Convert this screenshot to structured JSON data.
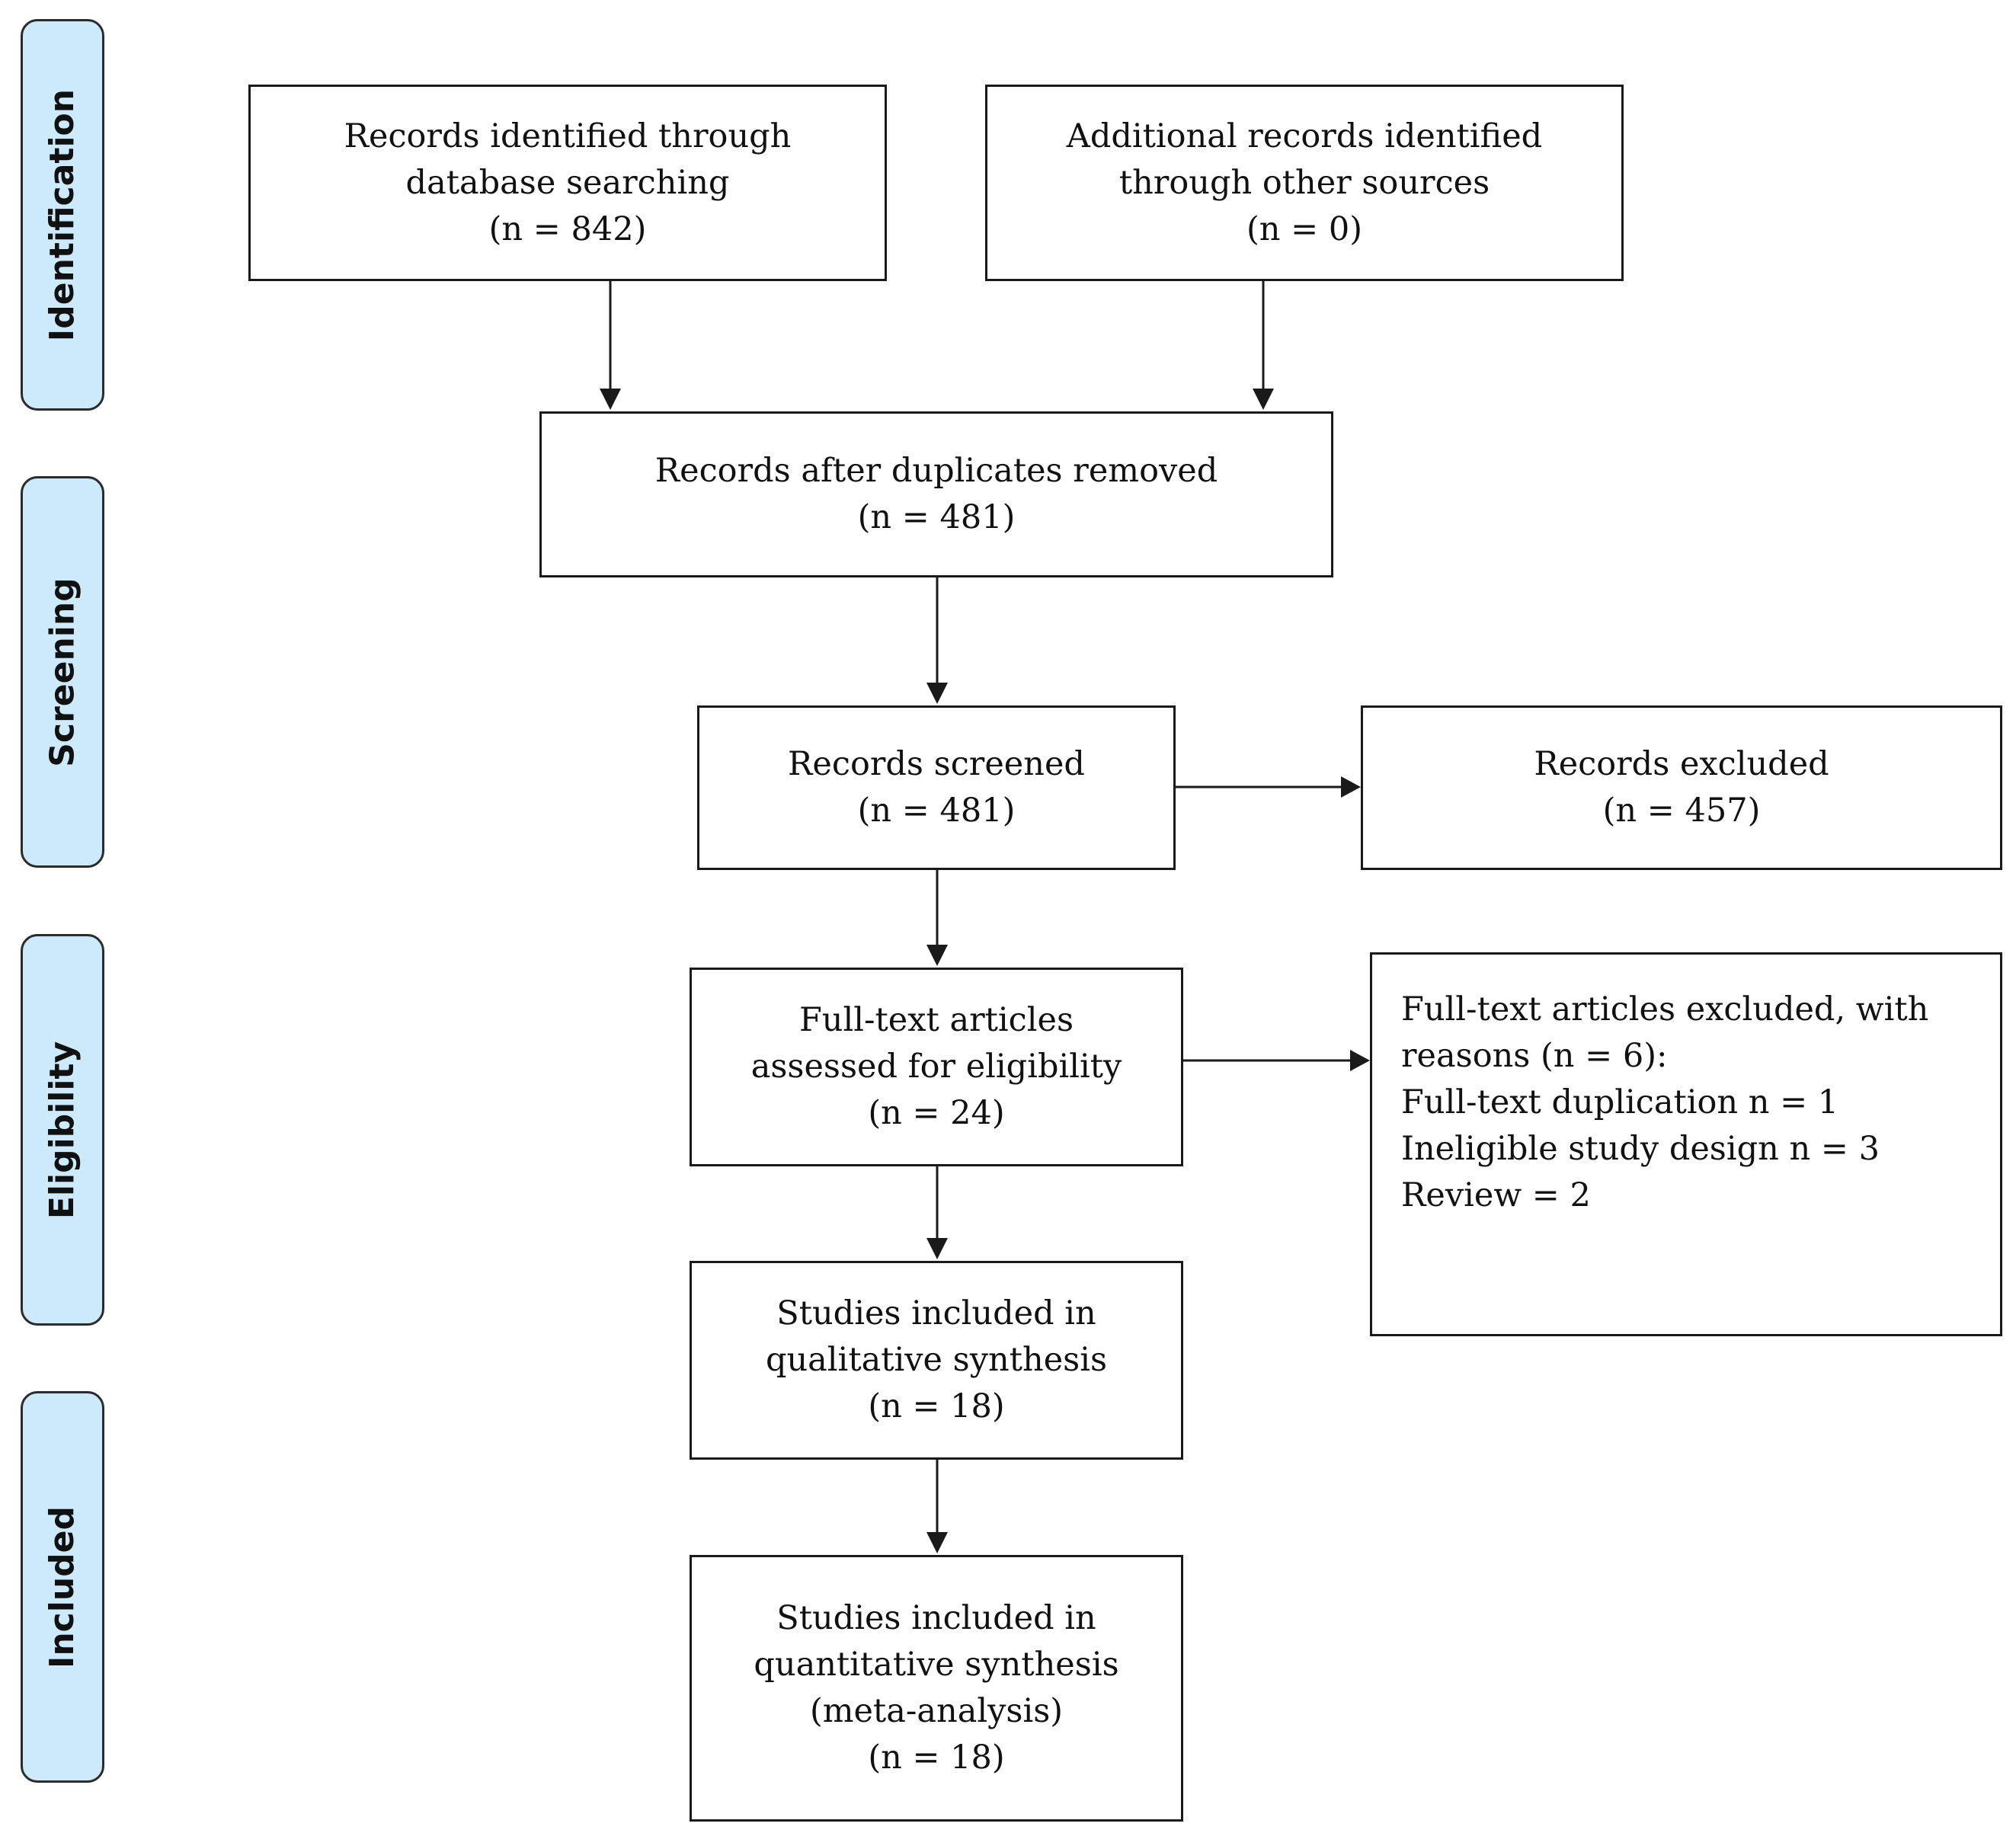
{
  "stages": {
    "identification": "Identification",
    "screening": "Screening",
    "eligibility": "Eligibility",
    "included": "Included"
  },
  "boxes": {
    "database_records": [
      "Records identified through",
      "database searching",
      "(n = 842)"
    ],
    "other_sources": [
      "Additional records identified",
      "through other sources",
      "(n = 0)"
    ],
    "duplicates_removed": [
      "Records after duplicates removed",
      "(n = 481)"
    ],
    "records_screened": [
      "Records screened",
      "(n = 481)"
    ],
    "records_excluded": [
      "Records excluded",
      "(n = 457)"
    ],
    "fulltext_assessed": [
      "Full-text articles",
      "assessed for eligibility",
      "(n = 24)"
    ],
    "fulltext_excluded": [
      "Full-text articles excluded, with",
      "reasons (n = 6):",
      "Full-text duplication n = 1",
      "Ineligible study design n = 3",
      "Review = 2"
    ],
    "qualitative": [
      "Studies included in",
      "qualitative synthesis",
      "(n = 18)"
    ],
    "quantitative": [
      "Studies included in",
      "quantitative synthesis",
      "(meta-analysis)",
      "(n = 18)"
    ]
  }
}
